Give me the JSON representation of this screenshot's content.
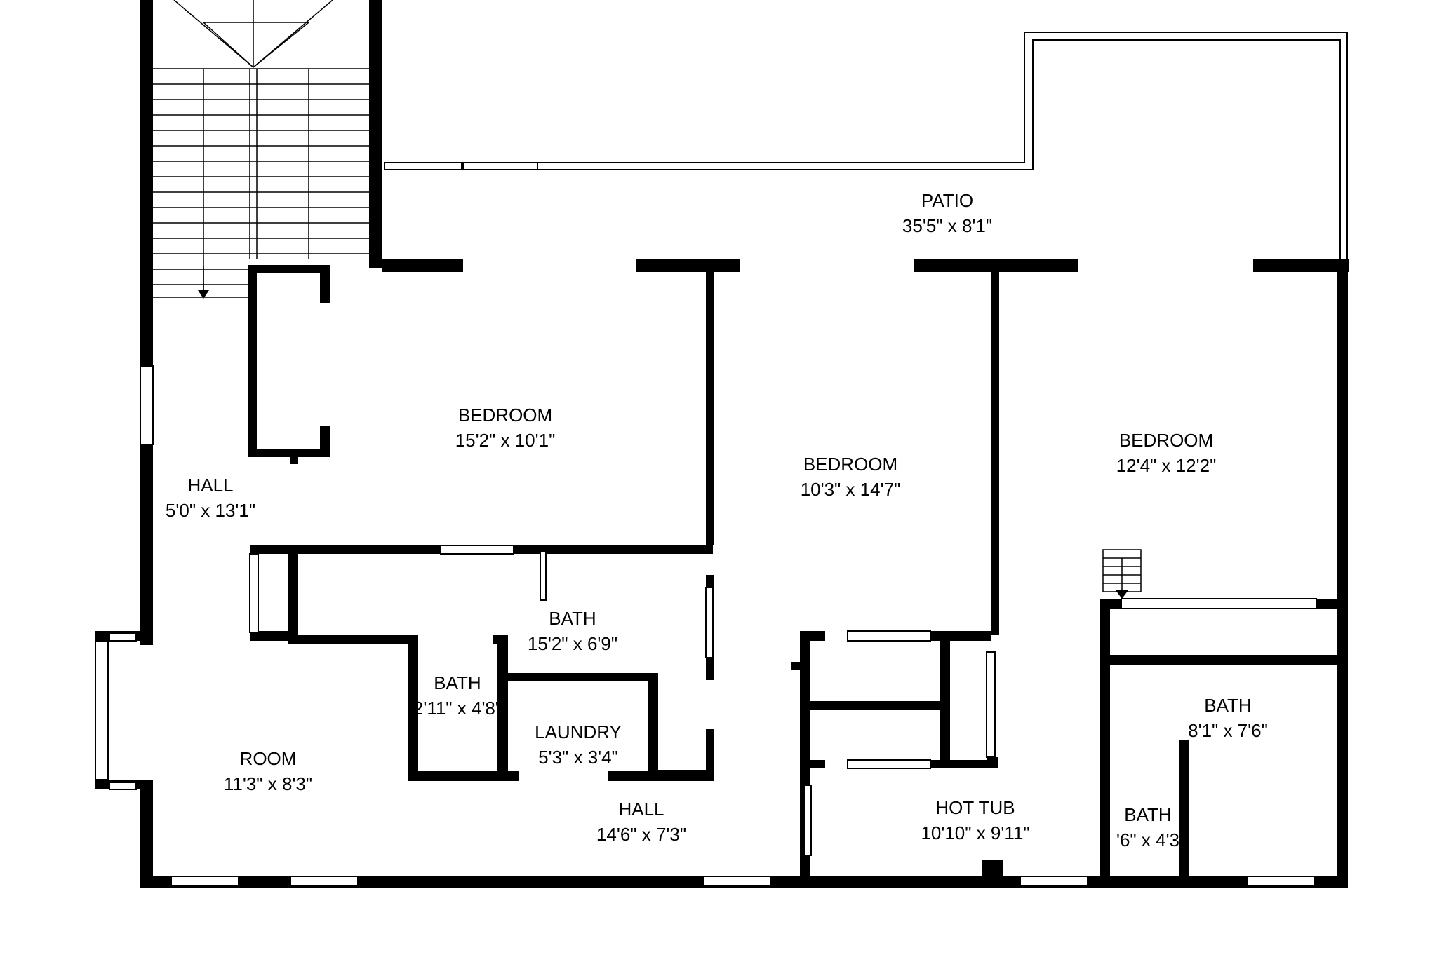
{
  "rooms": [
    {
      "name": "PATIO",
      "dims": "35'5\" x 8'1\""
    },
    {
      "name": "BEDROOM",
      "dims": "15'2\" x 10'1\""
    },
    {
      "name": "BEDROOM",
      "dims": "10'3\" x 14'7\""
    },
    {
      "name": "BEDROOM",
      "dims": "12'4\" x 12'2\""
    },
    {
      "name": "HALL",
      "dims": "5'0\" x 13'1\""
    },
    {
      "name": "BATH",
      "dims": "15'2\" x 6'9\""
    },
    {
      "name": "BATH",
      "dims": "2'11\" x 4'8\""
    },
    {
      "name": "LAUNDRY",
      "dims": "5'3\" x 3'4\""
    },
    {
      "name": "ROOM",
      "dims": "11'3\" x 8'3\""
    },
    {
      "name": "HALL",
      "dims": "14'6\" x 7'3\""
    },
    {
      "name": "HOT TUB",
      "dims": "10'10\" x 9'11\""
    },
    {
      "name": "BATH",
      "dims": "8'1\" x 7'6\""
    },
    {
      "name": "BATH",
      "dims": "'6\" x 4'3"
    }
  ]
}
